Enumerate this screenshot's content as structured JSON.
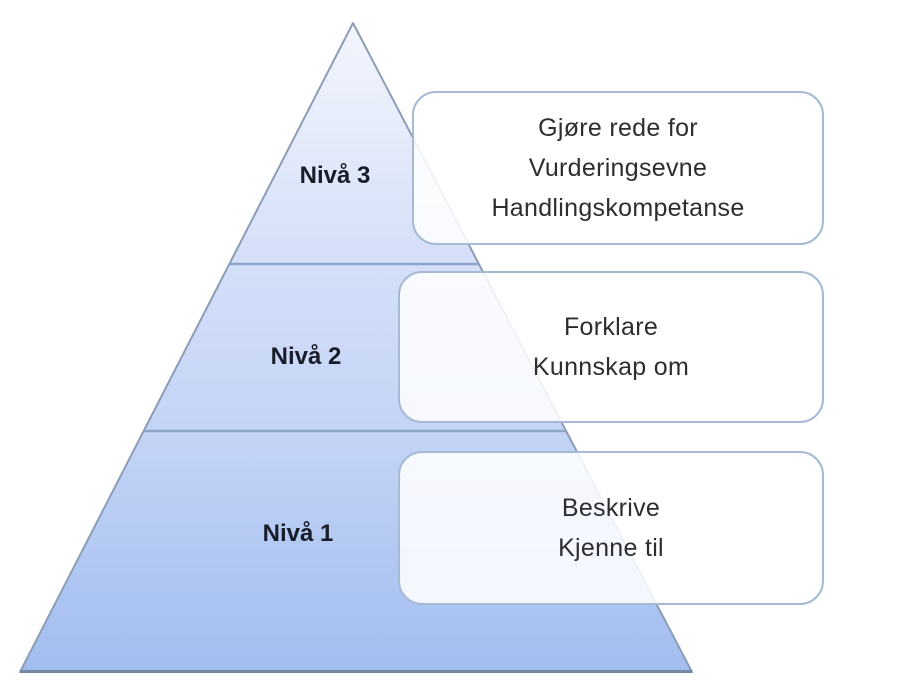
{
  "diagram": {
    "type": "pyramid",
    "description": "Three-level competence pyramid with level labels and callout boxes",
    "levels": [
      {
        "id": 3,
        "label": "Nivå 3",
        "lines": [
          "Gjøre rede for",
          "Vurderingsevne",
          "Handlingskompetanse"
        ]
      },
      {
        "id": 2,
        "label": "Nivå 2",
        "lines": [
          "Forklare",
          "Kunnskap om"
        ]
      },
      {
        "id": 1,
        "label": "Nivå 1",
        "lines": [
          "Beskrive",
          "Kjenne til"
        ]
      }
    ],
    "colors": {
      "pyramid_gradient_top": "#f4f6fd",
      "pyramid_gradient_upper_mid": "#d5e0f8",
      "pyramid_gradient_lower_mid": "#c2d3f6",
      "pyramid_gradient_bottom": "#a2bdef",
      "pyramid_border": "#8c9db5",
      "divider_line": "#8fa5c6",
      "base_edge": "#7487a3",
      "callout_border": "#a6bad3",
      "callout_fill": "rgba(255,255,255,0.86)",
      "label_text": "#181d29",
      "callout_text": "#2d2d32",
      "background": "#ffffff"
    }
  }
}
